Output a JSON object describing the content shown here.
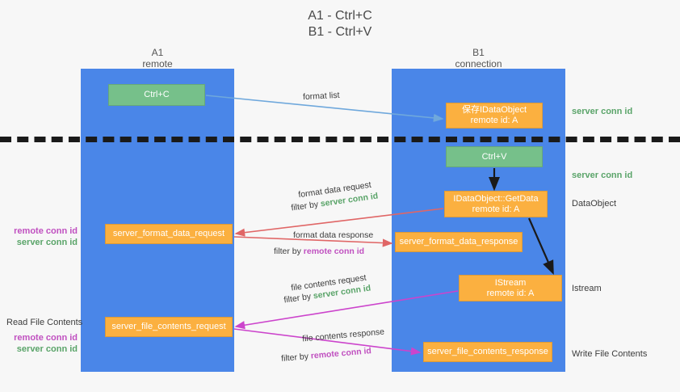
{
  "title": {
    "line1": "A1 - Ctrl+C",
    "line2": "B1 - Ctrl+V"
  },
  "lanes": [
    {
      "name": "A1",
      "sub": "remote"
    },
    {
      "name": "B1",
      "sub": "connection"
    }
  ],
  "nodes": {
    "ctrl_c": {
      "label": "Ctrl+C",
      "color": "#76c08a"
    },
    "store_dataobject": {
      "line1": "保存IDataObject",
      "line2": "remote id: A",
      "color": "#fbb040"
    },
    "ctrl_v": {
      "label": "Ctrl+V",
      "color": "#76c08a"
    },
    "get_data": {
      "line1": "IDataObject::GetData",
      "line2": "remote id: A",
      "color": "#fbb040"
    },
    "istream": {
      "line1": "IStream",
      "line2": "remote id: A",
      "color": "#fbb040"
    },
    "format_data_request": {
      "label": "server_format_data_request",
      "color": "#fbb040"
    },
    "format_data_response": {
      "label": "server_format_data_response",
      "color": "#fbb040"
    },
    "file_contents_request": {
      "label": "server_file_contents_request",
      "color": "#fbb040"
    },
    "file_contents_response": {
      "label": "server_file_contents_response",
      "color": "#fbb040"
    }
  },
  "edges": {
    "format_list": {
      "label": "format list"
    },
    "format_data_request": {
      "label": "format data request",
      "filter_prefix": "filter by ",
      "filter_key": "server conn id"
    },
    "format_data_response": {
      "label": "format data response",
      "filter_prefix": "filter by ",
      "filter_key": "remote conn id"
    },
    "file_contents_request": {
      "label": "file contents request",
      "filter_prefix": "filter by ",
      "filter_key": "server conn id"
    },
    "file_contents_response": {
      "label": "file contents response",
      "filter_prefix": "filter by ",
      "filter_key": "remote conn id"
    }
  },
  "annotations": {
    "server_conn_id_top": "server conn id",
    "server_conn_id_mid": "server conn id",
    "dataobject": "DataObject",
    "istream": "Istream",
    "write_file_contents": "Write File Contents",
    "read_file_contents": "Read File Contents",
    "remote_conn_id": "remote conn id",
    "server_conn_id": "server conn id"
  },
  "colors": {
    "lane": "#4a86e8",
    "green": "#76c08a",
    "orange": "#fbb040",
    "server_text": "#5aa469",
    "remote_text": "#c050c0",
    "arrow_blue": "#6fa8dc",
    "arrow_red": "#e06666",
    "arrow_magenta": "#cc44cc",
    "arrow_black": "#1a1a1a",
    "divider": "#1a1a1a"
  }
}
